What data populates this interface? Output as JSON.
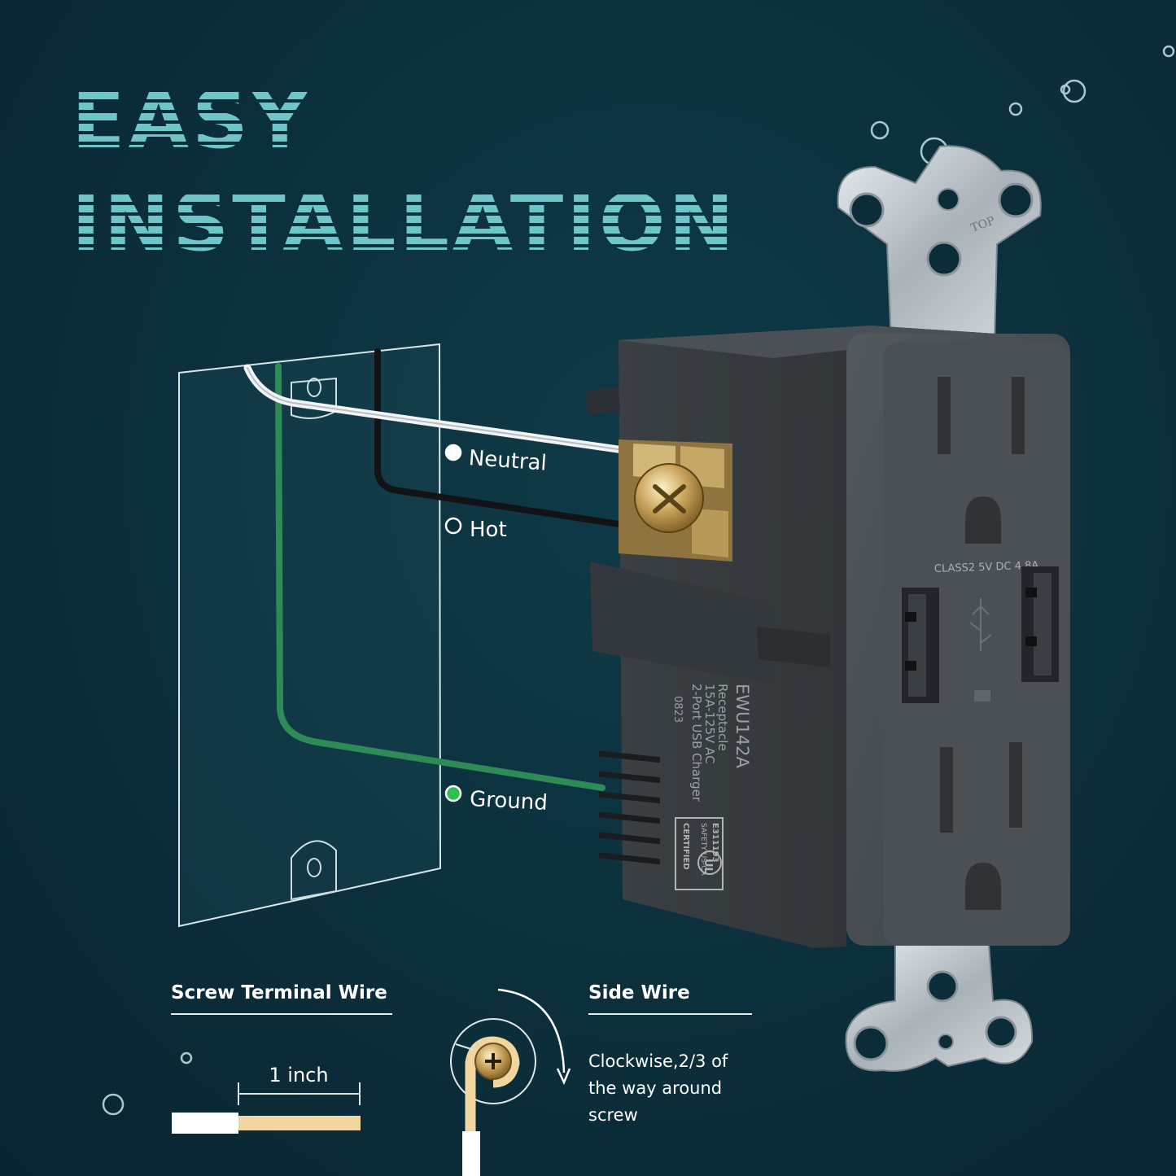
{
  "headline": {
    "line1": "EASY",
    "line2": "INSTALLATION"
  },
  "wires": {
    "neutral": {
      "label": "Neutral",
      "dot_color": "#ffffff"
    },
    "hot": {
      "label": "Hot",
      "dot_color": "#0b2d3a"
    },
    "ground": {
      "label": "Ground",
      "dot_color": "#2fbf55"
    }
  },
  "outlet": {
    "top_marking": "TOP",
    "usb_rating": "CLASS2  5V  DC  4.8A",
    "side_text": [
      "EWU142A",
      "Receptacle",
      "15A-125V AC",
      "2-Port USB Charger",
      "0823"
    ],
    "cert": {
      "mark": "UL",
      "certified": "CERTIFIED",
      "safety": "SAFETY US-CA",
      "code": "E311193"
    }
  },
  "screw_terminal": {
    "title": "Screw Terminal Wire",
    "measure": "1 inch"
  },
  "side_wire": {
    "title": "Side Wire",
    "note_lines": [
      "Clockwise,2/3 of",
      "the way around",
      "screw"
    ]
  },
  "colors": {
    "accent": "#6fc6c8",
    "background": "#0b2d3a",
    "ground_wire": "#2e8b57",
    "copper": "#f1d6a0"
  }
}
